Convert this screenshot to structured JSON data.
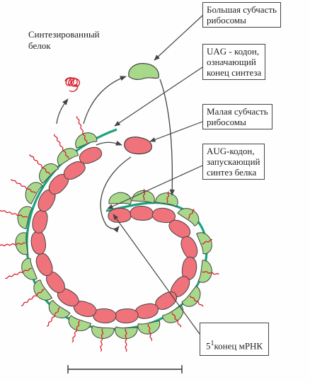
{
  "labels": {
    "protein": "Синтезированный\nбелок",
    "large_subunit": "Большая субчасть\nрибосомы",
    "stop_codon": "UAG - кодон,\nозначающий\nконец синтеза",
    "small_subunit": "Малая субчасть\nрибосомы",
    "start_codon": "AUG-кодон,\nзапускающий\nсинтез белка",
    "mrna_end_prefix": "5",
    "mrna_end_sup": "1",
    "mrna_end_suffix": "конец мРНК"
  },
  "colors": {
    "mrna": "#1aa37c",
    "small_subunit": "#f0727a",
    "large_subunit": "#a8d88a",
    "peptide": "#d61f2d",
    "arrow": "#555555"
  }
}
